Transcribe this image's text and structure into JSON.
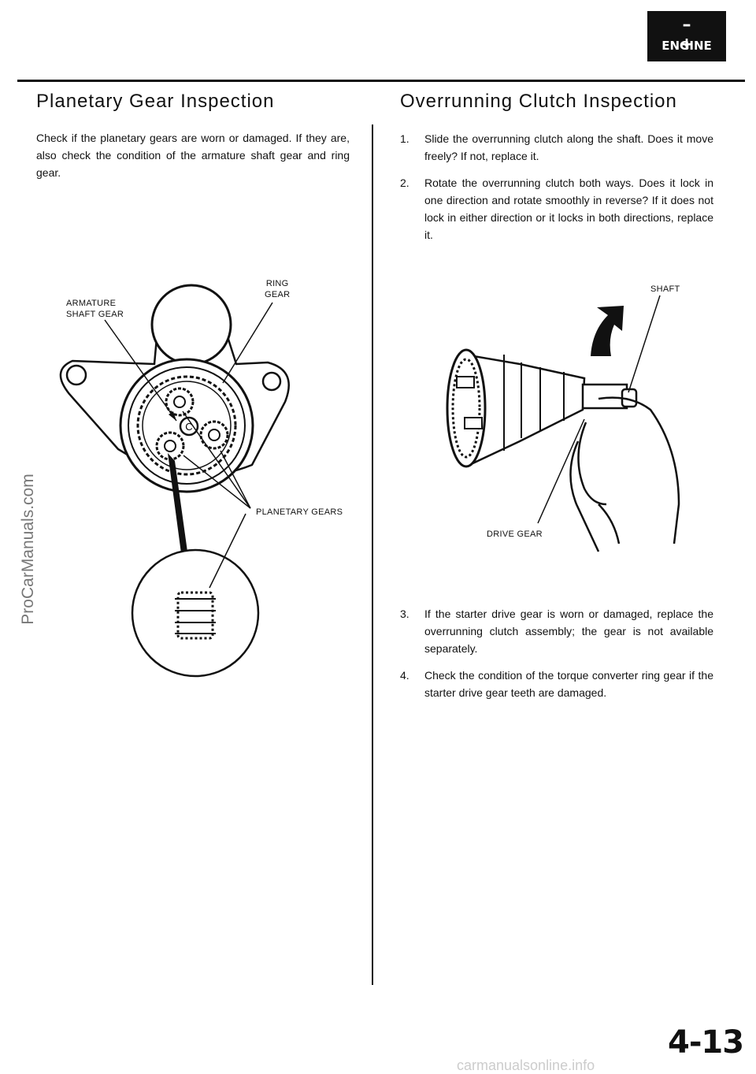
{
  "badge": {
    "symbols": "– +",
    "label": "ENGINE"
  },
  "left": {
    "heading": "Planetary Gear Inspection",
    "body": "Check if the planetary gears are worn or damaged. If they are, also check the condition of the armature shaft gear and ring gear.",
    "labels": {
      "armature_line1": "ARMATURE",
      "armature_line2": "SHAFT GEAR",
      "ring_line1": "RING",
      "ring_line2": "GEAR",
      "planetary": "PLANETARY GEARS",
      "center_mark": "C"
    }
  },
  "right": {
    "heading": "Overrunning Clutch Inspection",
    "steps": [
      {
        "num": "1.",
        "text": "Slide the overrunning clutch along the shaft. Does it move freely? If not, replace it."
      },
      {
        "num": "2.",
        "text": "Rotate the overrunning clutch both ways. Does it lock in one direction and rotate smoothly in reverse? If it does not lock in either direction or it locks in both directions, replace it."
      },
      {
        "num": "3.",
        "text": "If the starter drive gear is worn or damaged, replace the overrunning clutch assembly; the gear is not available separately."
      },
      {
        "num": "4.",
        "text": "Check the condition of the torque converter ring gear if the starter drive gear teeth are damaged."
      }
    ],
    "labels": {
      "shaft": "SHAFT",
      "drive_gear": "DRIVE GEAR"
    }
  },
  "page_number": "4-13",
  "watermark_side": "ProCarManuals.com",
  "watermark_footer": "carmanualsonline.info"
}
